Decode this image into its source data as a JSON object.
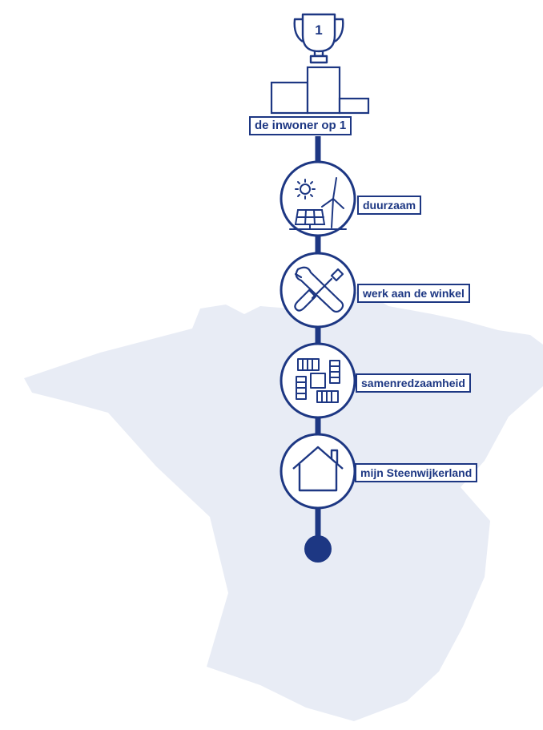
{
  "header": {
    "rank_number": "1",
    "title": "de inwoner op 1"
  },
  "steps": [
    {
      "label": "duurzaam",
      "icon": "sun-wind-solar-icon"
    },
    {
      "label": "werk aan de winkel",
      "icon": "wrench-screwdriver-icon"
    },
    {
      "label": "samenredzaamheid",
      "icon": "joined-hands-icon"
    },
    {
      "label": "mijn Steenwijkerland",
      "icon": "house-icon"
    }
  ],
  "colors": {
    "primary": "#1d3783",
    "map_fill": "#e8ecf5",
    "background": "#ffffff"
  }
}
